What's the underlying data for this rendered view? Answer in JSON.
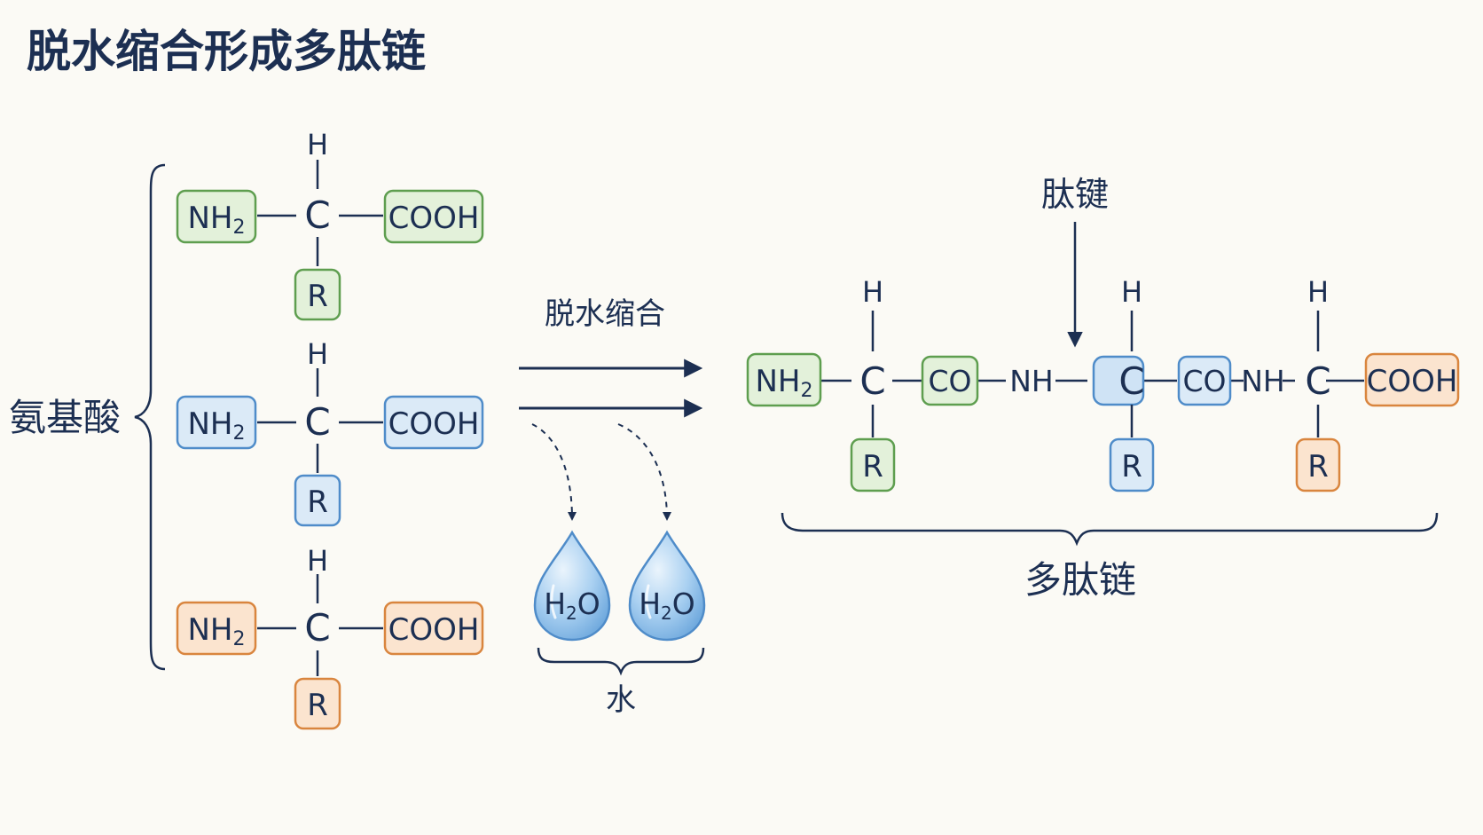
{
  "title": "脱水缩合形成多肽链",
  "amino_acid_label": "氨基酸",
  "amino_acids": [
    {
      "h": "H",
      "amino": "NH",
      "amino_sub": "2",
      "center": "C",
      "carboxyl": "COOH",
      "r": "R",
      "colors": {
        "fill": "#e3f1da",
        "stroke": "#5e9e4f"
      }
    },
    {
      "h": "H",
      "amino": "NH",
      "amino_sub": "2",
      "center": "C",
      "carboxyl": "COOH",
      "r": "R",
      "colors": {
        "fill": "#dbeaf7",
        "stroke": "#4f8cc9"
      }
    },
    {
      "h": "H",
      "amino": "NH",
      "amino_sub": "2",
      "center": "C",
      "carboxyl": "COOH",
      "r": "R",
      "colors": {
        "fill": "#fbe4cf",
        "stroke": "#d9853e"
      }
    }
  ],
  "reaction": {
    "label": "脱水缩合"
  },
  "water": {
    "drops": [
      {
        "main": "H",
        "sub": "2",
        "tail": "O"
      },
      {
        "main": "H",
        "sub": "2",
        "tail": "O"
      }
    ],
    "label": "水"
  },
  "peptide_bond_label": "肽键",
  "polypeptide": {
    "label": "多肽链",
    "amino": "NH",
    "amino_sub": "2",
    "units": [
      {
        "h": "H",
        "c": "C",
        "r": "R"
      },
      {
        "h": "H",
        "c": "C",
        "r": "R"
      },
      {
        "h": "H",
        "c": "C",
        "r": "R"
      }
    ],
    "co_1": "CO",
    "nh_1": "NH",
    "co_2": "CO",
    "nh_2": "NH",
    "carboxyl": "COOH"
  },
  "colors": {
    "ink": "#1c2f52",
    "green_fill": "#e3f1da",
    "green_stroke": "#5e9e4f",
    "blue_fill": "#dbeaf7",
    "blue_stroke": "#4f8cc9",
    "orange_fill": "#fbe4cf",
    "orange_stroke": "#d9853e",
    "water": "#7fb6e6"
  }
}
